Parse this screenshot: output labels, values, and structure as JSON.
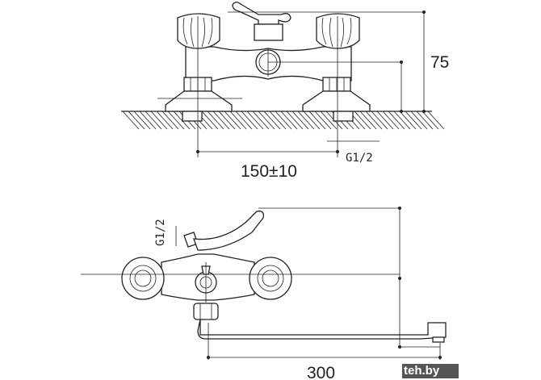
{
  "top_view": {
    "height_dimension": "75",
    "spacing_dimension": "150±10",
    "thread_label": "G1/2"
  },
  "side_view": {
    "thread_label": "G1/2",
    "spout_length_dimension": "300"
  },
  "watermark": "teh.by"
}
